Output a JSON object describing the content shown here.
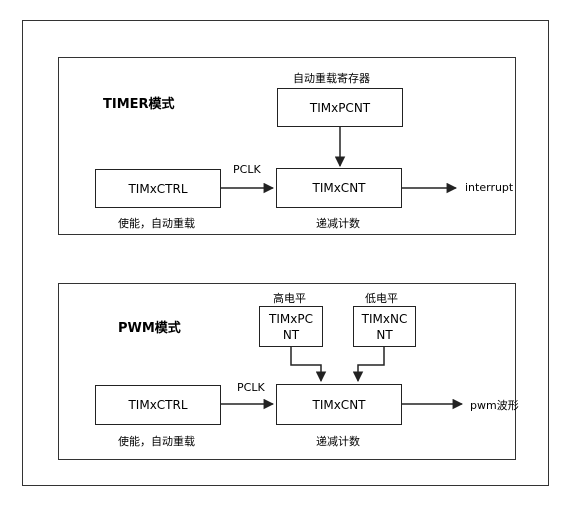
{
  "timer": {
    "title": "TIMER模式",
    "reload_register_label": "自动重载寄存器",
    "pcnt_box": "TIMxPCNT",
    "ctrl_box": "TIMxCTRL",
    "cnt_box": "TIMxCNT",
    "clock_label": "PCLK",
    "output_label": "interrupt",
    "ctrl_caption": "使能，自动重载",
    "cnt_caption": "递减计数"
  },
  "pwm": {
    "title": "PWM模式",
    "high_label": "高电平",
    "low_label": "低电平",
    "pc_box_line1": "TIMxPC",
    "pc_box_line2": "NT",
    "nc_box_line1": "TIMxNC",
    "nc_box_line2": "NT",
    "ctrl_box": "TIMxCTRL",
    "cnt_box": "TIMxCNT",
    "clock_label": "PCLK",
    "output_label": "pwm波形",
    "ctrl_caption": "使能，自动重载",
    "cnt_caption": "递减计数"
  }
}
